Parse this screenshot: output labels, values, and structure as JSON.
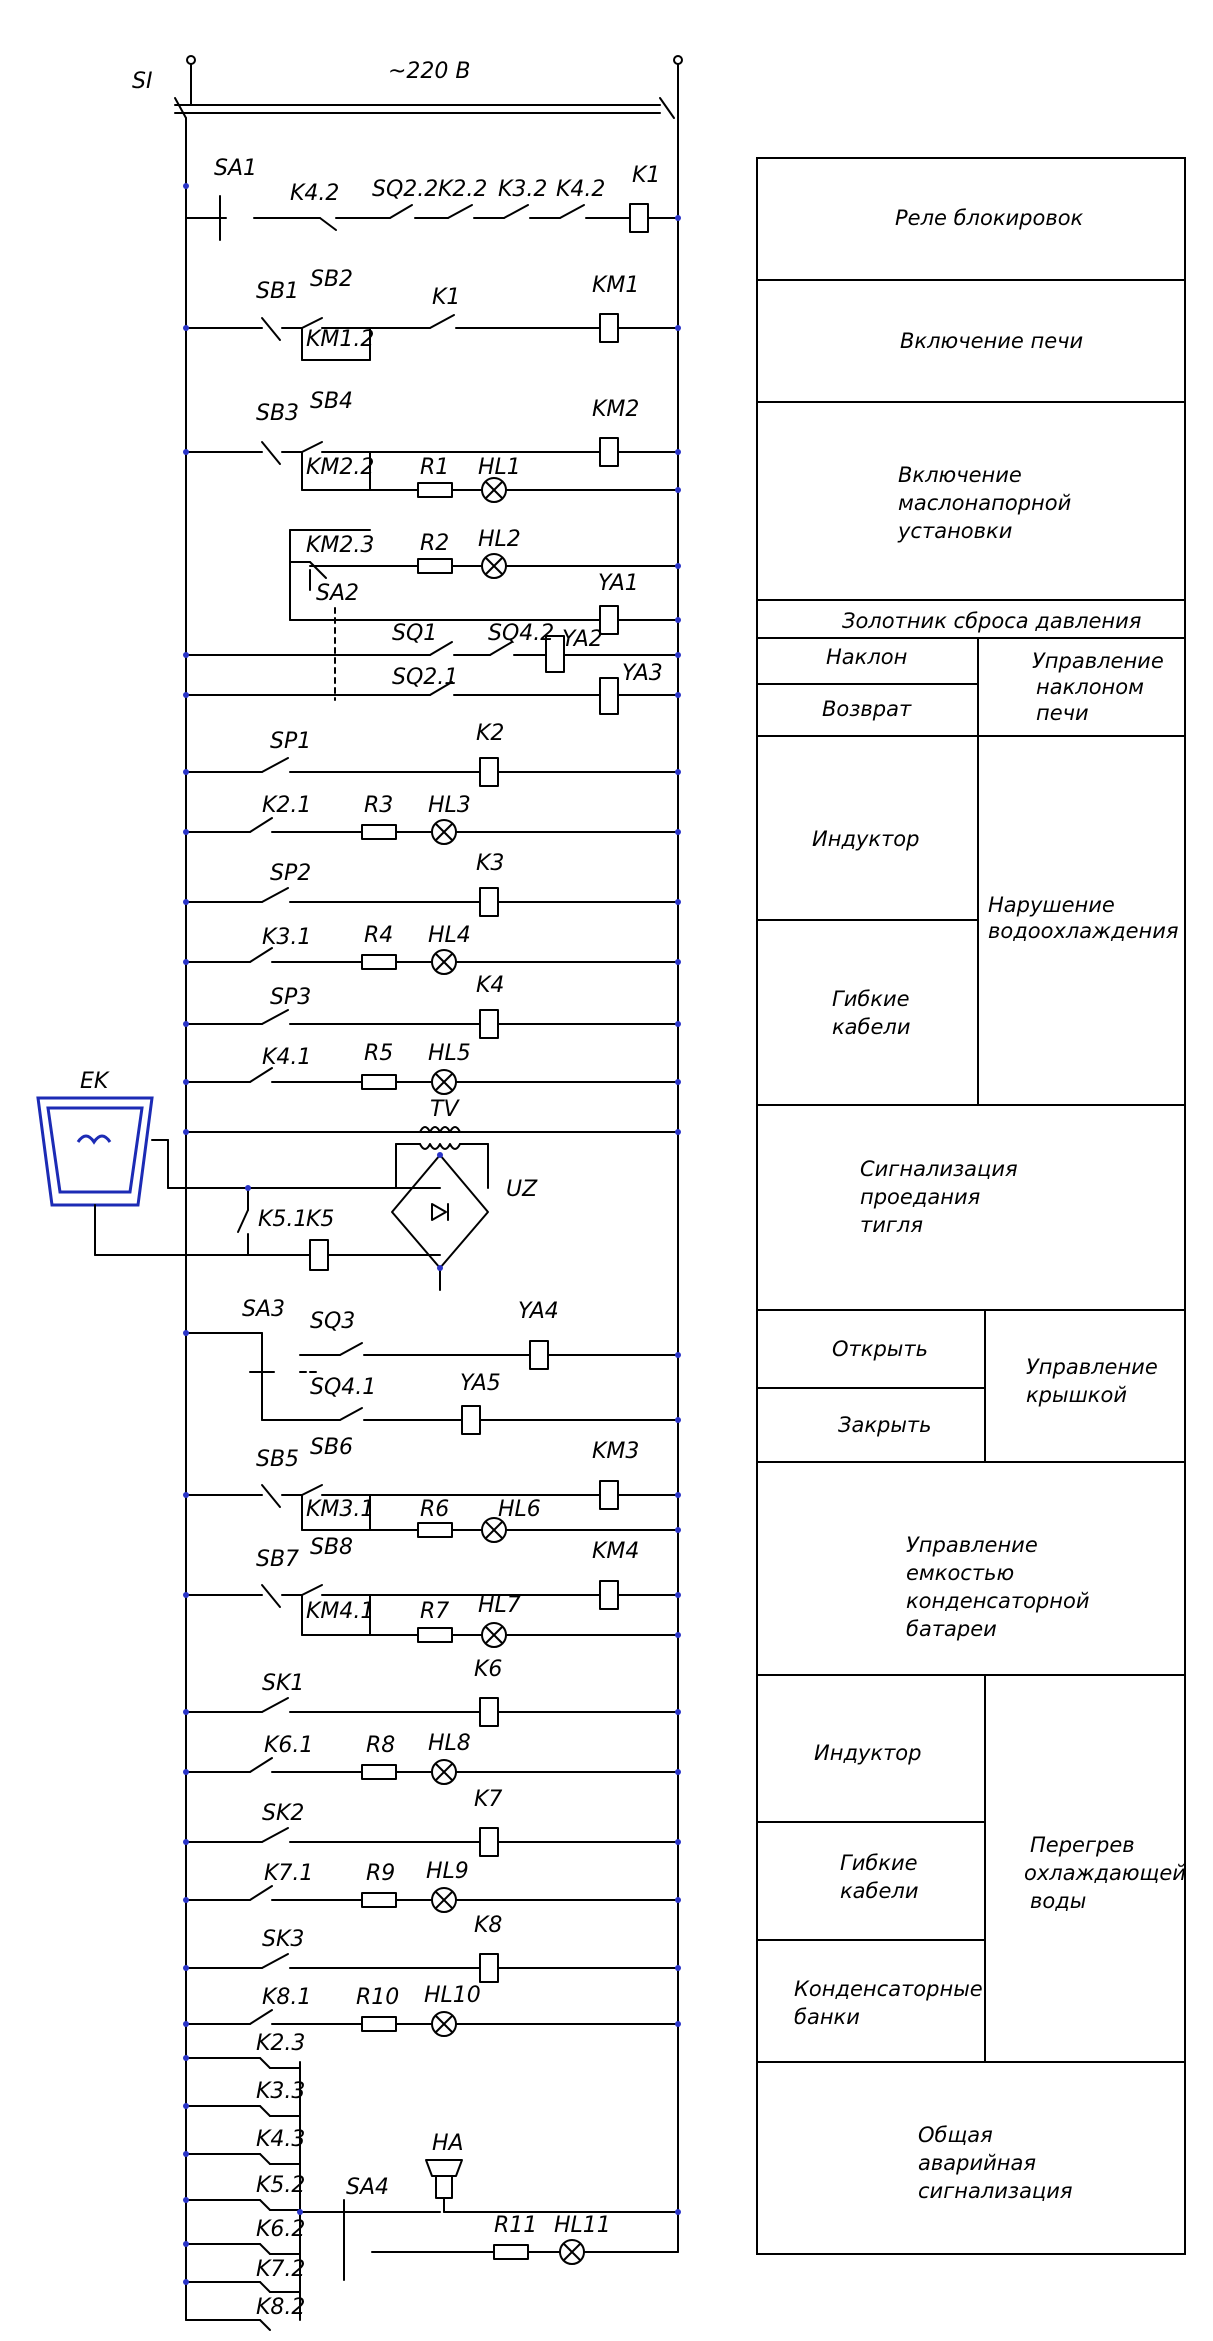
{
  "supply": {
    "switch": "SI",
    "voltage": "~220 В"
  },
  "labels": {
    "SA1": "SA1",
    "K4_2": "K4.2",
    "SQ2_2": "SQ2.2",
    "K2_2": "K2.2",
    "K3_2": "K3.2",
    "K4_2b": "K4.2",
    "K1": "K1",
    "SB1": "SB1",
    "SB2": "SB2",
    "KM1_2": "KM1.2",
    "K1b": "K1",
    "KM1": "KM1",
    "SB3": "SB3",
    "SB4": "SB4",
    "KM2": "KM2",
    "KM2_2": "KM2.2",
    "R1": "R1",
    "HL1": "HL1",
    "KM2_3": "KM2.3",
    "R2": "R2",
    "HL2": "HL2",
    "SA2": "SA2",
    "YA1": "YA1",
    "SQ1": "SQ1",
    "SQ4_2": "SQ4.2",
    "YA2": "YA2",
    "SQ2_1": "SQ2.1",
    "YA3": "YA3",
    "SP1": "SP1",
    "K2": "K2",
    "K2_1": "K2.1",
    "R3": "R3",
    "HL3": "HL3",
    "SP2": "SP2",
    "K3": "K3",
    "K3_1": "K3.1",
    "R4": "R4",
    "HL4": "HL4",
    "SP3": "SP3",
    "K4": "K4",
    "K4_1": "K4.1",
    "R5": "R5",
    "HL5": "HL5",
    "EK": "EK",
    "TV": "TV",
    "UZ": "UZ",
    "K5_1": "K5.1",
    "K5": "K5",
    "SA3": "SA3",
    "SQ3": "SQ3",
    "YA4": "YA4",
    "SQ4_1": "SQ4.1",
    "YA5": "YA5",
    "SB5": "SB5",
    "SB6": "SB6",
    "KM3": "KM3",
    "KM3_1": "KM3.1",
    "R6": "R6",
    "HL6": "HL6",
    "SB7": "SB7",
    "SB8": "SB8",
    "KM4": "KM4",
    "KM4_1": "KM4.1",
    "R7": "R7",
    "HL7": "HL7",
    "SK1": "SK1",
    "K6": "K6",
    "K6_1": "K6.1",
    "R8": "R8",
    "HL8": "HL8",
    "SK2": "SK2",
    "K7": "K7",
    "K7_1": "K7.1",
    "R9": "R9",
    "HL9": "HL9",
    "SK3": "SK3",
    "K8": "K8",
    "K8_1": "K8.1",
    "R10": "R10",
    "HL10": "HL10",
    "K2_3": "K2.3",
    "K3_3": "K3.3",
    "K4_3": "K4.3",
    "K5_2": "K5.2",
    "K6_2": "K6.2",
    "K7_2": "K7.2",
    "K8_2": "K8.2",
    "HA": "HA",
    "SA4": "SA4",
    "R11": "R11",
    "HL11": "HL11"
  },
  "table": {
    "interlock": "Реле блокировок",
    "furnace_on": "Включение печи",
    "oil_1": "Включение",
    "oil_2": "маслонапорной",
    "oil_3": "установки",
    "pressure_spool": "Золотник сброса давления",
    "tilt": "Наклон",
    "return": "Возврат",
    "tilt_ctrl_1": "Управление",
    "tilt_ctrl_2": "наклоном",
    "tilt_ctrl_3": "печи",
    "inductor": "Индуктор",
    "flex_1": "Гибкие",
    "flex_2": "кабели",
    "water_1": "Нарушение",
    "water_2": "водоохлаждения",
    "burn_1": "Сигнализация",
    "burn_2": "проедания",
    "burn_3": "тигля",
    "open": "Открыть",
    "close": "Закрыть",
    "lid_1": "Управление",
    "lid_2": "крышкой",
    "cap_1": "Управление",
    "cap_2": "емкостью",
    "cap_3": "конденсаторной",
    "cap_4": "батареи",
    "inductor2": "Индуктор",
    "flex2_1": "Гибкие",
    "flex2_2": "кабели",
    "capbank_1": "Конденсаторные",
    "capbank_2": "банки",
    "overheat_1": "Перегрев",
    "overheat_2": "охлаждающей",
    "overheat_3": "воды",
    "alarm_1": "Общая",
    "alarm_2": "аварийная",
    "alarm_3": "сигнализация"
  }
}
